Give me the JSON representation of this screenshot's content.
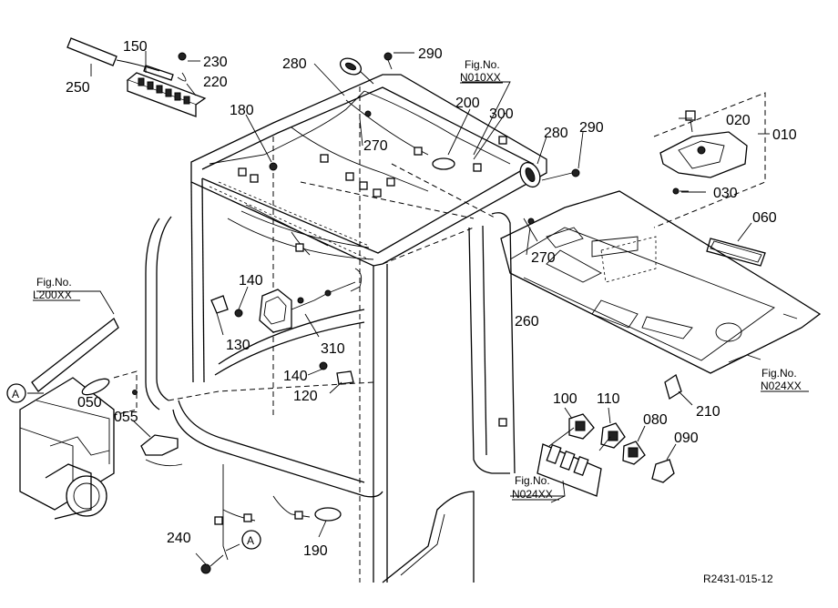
{
  "parts": {
    "p010": "010",
    "p020": "020",
    "p030": "030",
    "p050": "050",
    "p055": "055",
    "p060": "060",
    "p080": "080",
    "p090": "090",
    "p100": "100",
    "p110": "110",
    "p120": "120",
    "p130": "130",
    "p140a": "140",
    "p140b": "140",
    "p150": "150",
    "p180": "180",
    "p190": "190",
    "p200": "200",
    "p210": "210",
    "p220": "220",
    "p230": "230",
    "p240": "240",
    "p250": "250",
    "p260": "260",
    "p270a": "270",
    "p270b": "270",
    "p280a": "280",
    "p280b": "280",
    "p290a": "290",
    "p290b": "290",
    "p300": "300",
    "p310": "310"
  },
  "refs": {
    "fig_label": "Fig.No.",
    "n010": "N010XX",
    "l200": "L200XX",
    "n024_right": "N024XX",
    "n024_bottom": "N024XX"
  },
  "markers": {
    "a_left": "A",
    "a_bottom": "A"
  },
  "figure_code": "R2431-015-12"
}
